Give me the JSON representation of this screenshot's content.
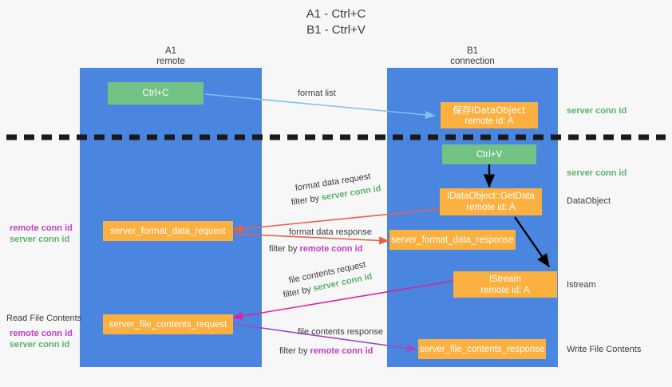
{
  "title": {
    "line1": "A1 - Ctrl+C",
    "line2": "B1 - Ctrl+V"
  },
  "columns": [
    {
      "name": "A1",
      "sub": "remote"
    },
    {
      "name": "B1",
      "sub": "connection"
    }
  ],
  "nodes": {
    "ctrl_c": {
      "label": "Ctrl+C"
    },
    "ctrl_v": {
      "label": "Ctrl+V"
    },
    "save_dataobject": {
      "line1": "保存IDataObject",
      "line2": "remote id: A"
    },
    "getdata": {
      "line1": "IDataObject::GetData",
      "line2": "remote id: A"
    },
    "istream": {
      "line1": "IStream",
      "line2": "remote id: A"
    },
    "server_format_data_request": {
      "label": "server_format_data_request"
    },
    "server_format_data_response": {
      "label": "server_format_data_response"
    },
    "server_file_contents_request": {
      "label": "server_file_contents_request"
    },
    "server_file_contents_response": {
      "label": "server_file_contents_response"
    }
  },
  "edges": {
    "format_list": {
      "label": "format list"
    },
    "format_data_request": {
      "line1": "format data request",
      "filter_prefix": "filter by ",
      "filter_value": "server conn id"
    },
    "format_data_response": {
      "line1": "format data response",
      "filter_prefix": "filter by ",
      "filter_value": "remote conn id"
    },
    "file_contents_request": {
      "line1": "file contents request",
      "filter_prefix": "filter by ",
      "filter_value": "server conn id"
    },
    "file_contents_response": {
      "line1": "file contents response",
      "filter_prefix": "filter by ",
      "filter_value": "remote conn id"
    }
  },
  "annotations": {
    "right_server_conn_top": "server conn id",
    "right_server_conn_mid": "server conn id",
    "right_dataobject": "DataObject",
    "right_istream": "Istream",
    "right_write_file_contents": "Write File Contents",
    "left_remote_conn_1": "remote conn id",
    "left_server_conn_1": "server conn id",
    "left_read_file_contents": "Read File Contents",
    "left_remote_conn_2": "remote conn id",
    "left_server_conn_2": "server conn id"
  },
  "colors": {
    "lane": "#4a86e0",
    "green_node": "#72c285",
    "orange_node": "#fbb040",
    "green_text": "#5ab16a",
    "purple_text": "#c13ec1",
    "light_blue_arrow": "#7ec0ee",
    "red_arrow": "#e8614d",
    "magenta_arrow": "#e0219e",
    "purple_arrow": "#9c4bc4",
    "black_arrow": "#000000"
  }
}
